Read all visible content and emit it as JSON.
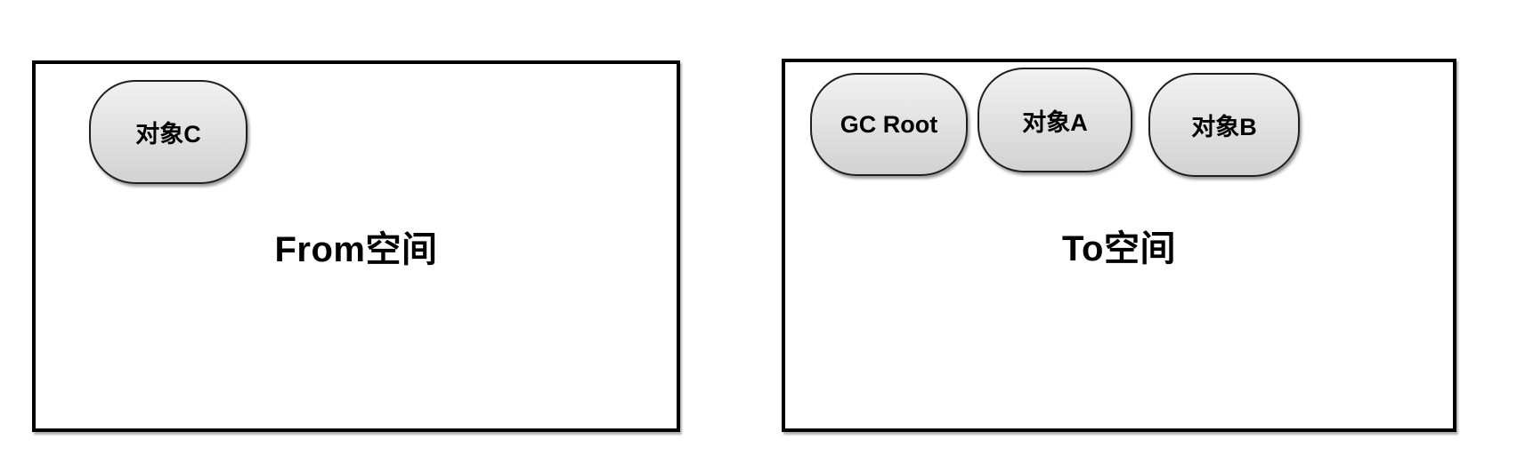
{
  "diagram": {
    "title": "GC copying semispace diagram",
    "spaces": [
      {
        "id": "from-space",
        "label": "From空间",
        "objects": [
          {
            "id": "object-c",
            "label": "对象C"
          }
        ]
      },
      {
        "id": "to-space",
        "label": "To空间",
        "objects": [
          {
            "id": "gc-root",
            "label": "GC Root"
          },
          {
            "id": "object-a",
            "label": "对象A"
          },
          {
            "id": "object-b",
            "label": "对象B"
          }
        ]
      }
    ],
    "colors": {
      "background": "#ffffff",
      "box_border": "#000000",
      "pill_border": "#1f1f1f",
      "pill_fill_top": "#f1f1f1",
      "pill_fill_bottom": "#d2d2d2",
      "text": "#000000"
    }
  }
}
